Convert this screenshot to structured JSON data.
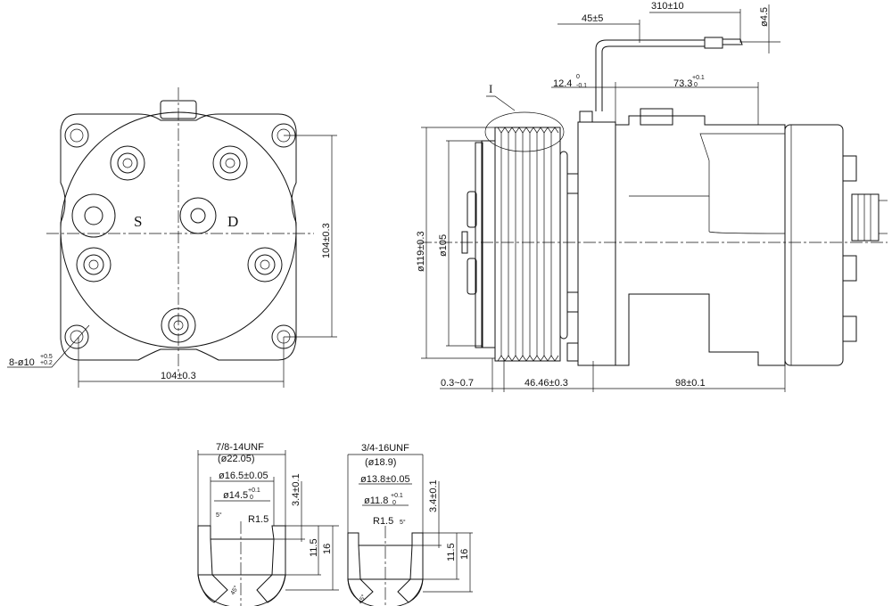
{
  "front_view": {
    "suction_label": "S",
    "discharge_label": "D",
    "height_dim": "104±0.3",
    "width_dim": "104±0.3",
    "hole_dim": "8-ø10",
    "hole_tol_upper": "+0.5",
    "hole_tol_lower": "+0.2"
  },
  "side_view": {
    "wire_offset_dim": "45±5",
    "wire_length_dim": "310±10",
    "wire_dia_dim": "ø4.5",
    "front_dim": "12.4",
    "front_tol_upper": "0",
    "front_tol_lower": "-0.1",
    "body_dim": "73.3",
    "body_tol_upper": "+0.1",
    "body_tol_lower": "0",
    "detail_label": "I",
    "pulley_dia_dim": "ø119±0.3",
    "plate_dia_dim": "ø105",
    "gap_dim": "0.3~0.7",
    "pulley_width_dim": "46.46±0.3",
    "rear_length_dim": "98±0.1"
  },
  "port_details": [
    {
      "thread": "7/8-14UNF",
      "major_dia": "(ø22.05)",
      "bore_dia": "ø16.5±0.05",
      "inner_dia": "ø14.5",
      "inner_tol_upper": "+0.1",
      "inner_tol_lower": "0",
      "depth_step": "3.4±0.1",
      "radius": "R1.5",
      "angle_small": "5°",
      "angle_chamfer": "45°",
      "depth_inner": "11.5",
      "depth_total": "16"
    },
    {
      "thread": "3/4-16UNF",
      "major_dia": "(ø18.9)",
      "bore_dia": "ø13.8±0.05",
      "inner_dia": "ø11.8",
      "inner_tol_upper": "+0.1",
      "inner_tol_lower": "0",
      "depth_step": "3.4±0.1",
      "radius": "R1.5",
      "angle_small": "5°",
      "angle_chamfer": "45°",
      "depth_inner": "11.5",
      "depth_total": "16"
    }
  ]
}
